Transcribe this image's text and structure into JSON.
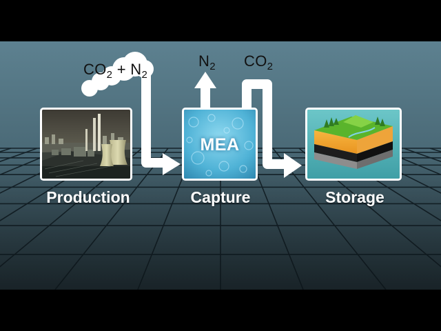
{
  "stages": [
    {
      "id": "production",
      "label": "Production"
    },
    {
      "id": "capture",
      "label": "Capture",
      "inner_label": "MEA"
    },
    {
      "id": "storage",
      "label": "Storage"
    }
  ],
  "flows": {
    "input": {
      "a_base": "CO",
      "a_sub": "2",
      "plus": "+",
      "b_base": "N",
      "b_sub": "2"
    },
    "vent": {
      "base": "N",
      "sub": "2"
    },
    "output": {
      "base": "CO",
      "sub": "2"
    }
  },
  "colors": {
    "sky_top": "#5c7e8c",
    "sky_bottom": "#2a3b42",
    "letterbox": "#000000",
    "arrow": "#ffffff",
    "tile_border": "#ffffff"
  }
}
